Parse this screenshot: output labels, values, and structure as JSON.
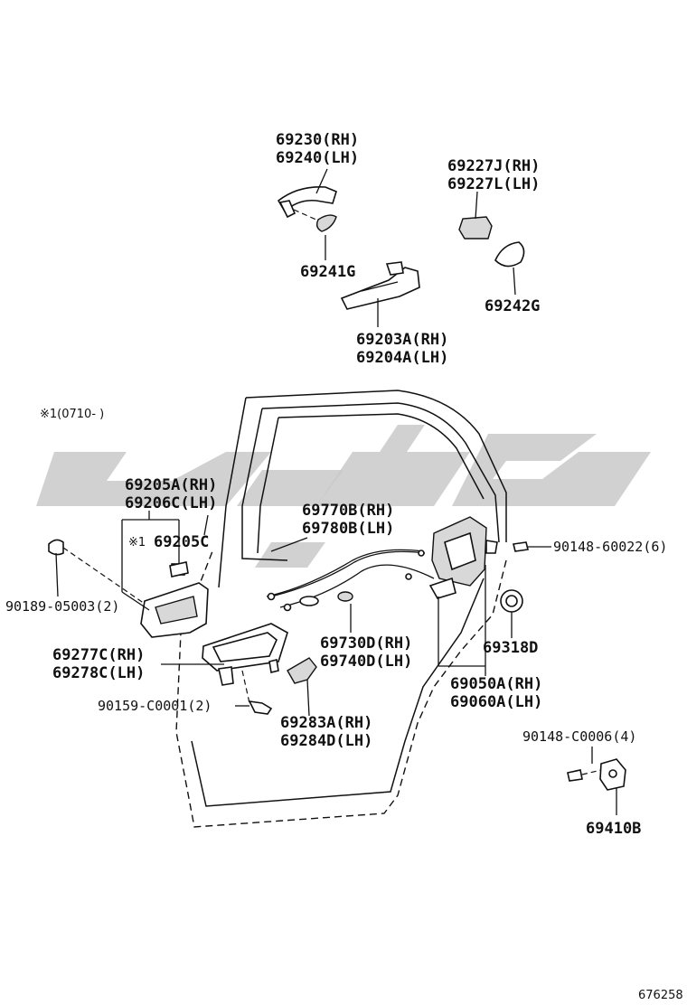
{
  "labels": {
    "p69230": "69230(RH)",
    "p69240": "69240(LH)",
    "p69227J": "69227J(RH)",
    "p69227L": "69227L(LH)",
    "p69241G": "69241G",
    "p69242G": "69242G",
    "p69203A": "69203A(RH)",
    "p69204A": "69204A(LH)",
    "note1": "※1(0710-      )",
    "p69205A": "69205A(RH)",
    "p69206C": "69206C(LH)",
    "mark1": "※1",
    "p69205C": "69205C",
    "p69770B": "69770B(RH)",
    "p69780B": "69780B(LH)",
    "p90148_60022": "90148-60022(6)",
    "p90189": "90189-05003(2)",
    "p69277C": "69277C(RH)",
    "p69278C": "69278C(LH)",
    "p69730D": "69730D(RH)",
    "p69740D": "69740D(LH)",
    "p69318D": "69318D",
    "p90159": "90159-C0001(2)",
    "p69283A": "69283A(RH)",
    "p69284D": "69284D(LH)",
    "p69050A": "69050A(RH)",
    "p69060A": "69060A(LH)",
    "p90148_C0006": "90148-C0006(4)",
    "p69410B": "69410B",
    "ref": "676258"
  },
  "icons": {
    "watermark": "arabic-logo-watermark"
  }
}
